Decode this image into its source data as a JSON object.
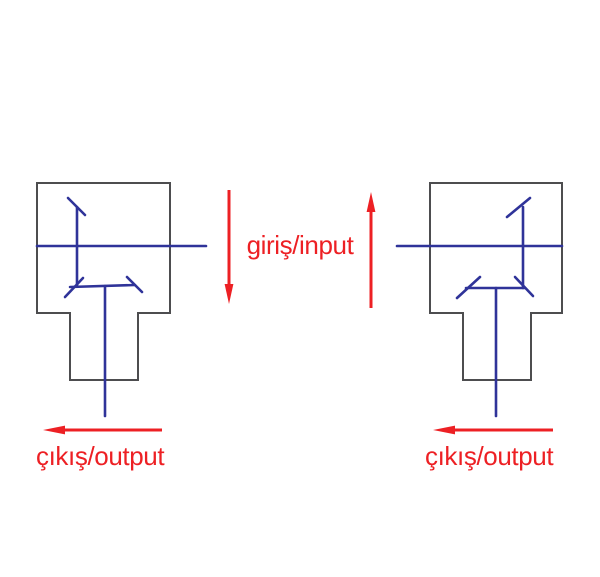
{
  "labels": {
    "input": "giriş/input",
    "output_left": "çıkış/output",
    "output_right": "çıkış/output"
  },
  "colors": {
    "background": "#ffffff",
    "arrow_and_label_red": "#ed2024",
    "shaft_blue": "#2f3399",
    "housing_gray": "#4d4d4f"
  }
}
